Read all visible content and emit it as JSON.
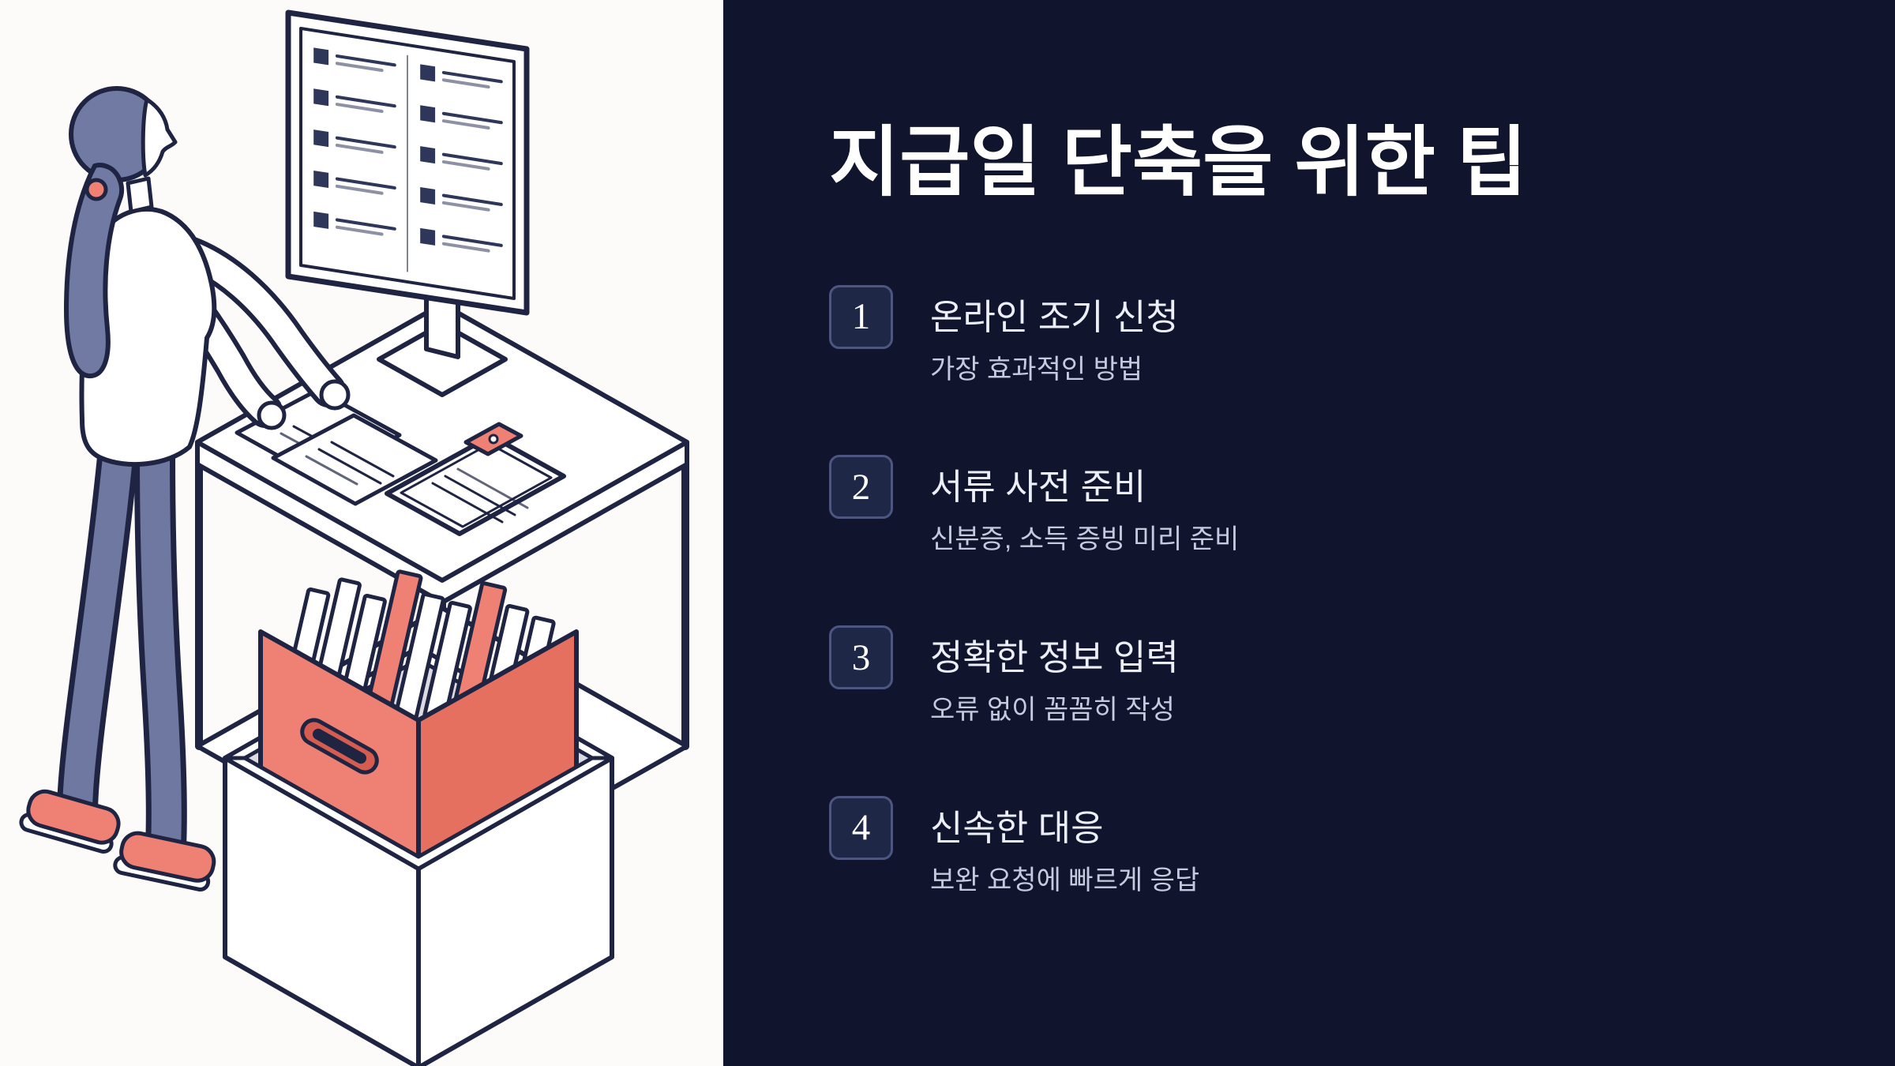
{
  "left_panel": {
    "illustration": "woman-organizing-documents-at-standing-desk-with-monitor-and-file-box"
  },
  "right_panel": {
    "title": "지급일 단축을 위한 팁",
    "items": [
      {
        "number": "1",
        "title": "온라인 조기 신청",
        "subtitle": "가장 효과적인 방법"
      },
      {
        "number": "2",
        "title": "서류 사전 준비",
        "subtitle": "신분증, 소득 증빙 미리 준비"
      },
      {
        "number": "3",
        "title": "정확한 정보 입력",
        "subtitle": "오류 없이 꼼꼼히 작성"
      },
      {
        "number": "4",
        "title": "신속한 대응",
        "subtitle": "보완 요청에 빠르게 응답"
      }
    ]
  },
  "colors": {
    "panel_dark": "#10142d",
    "panel_light": "#fcfbfa",
    "accent_coral": "#ee8173",
    "accent_coral_dark": "#e5705f",
    "figure_slate": "#6e78a0",
    "outline_navy": "#1e2442",
    "badge_bg": "#1f2747",
    "badge_border": "#4d5680",
    "title_text": "#ffffff",
    "item_title_text": "#edeff6",
    "item_subtitle_text": "#c5cade"
  }
}
